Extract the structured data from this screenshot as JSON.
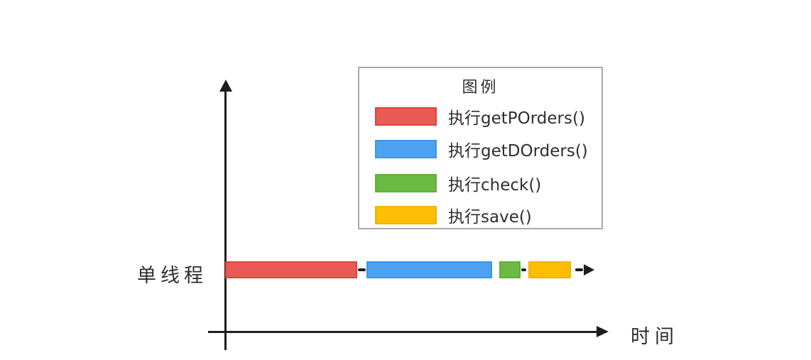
{
  "axes": {
    "axis_color": "#1d1d1d",
    "x_axis_label": "时间"
  },
  "legend": {
    "title": "图例",
    "border_color": "#a9a9a9",
    "items": [
      {
        "label": "执行getPOrders()",
        "color": "#ea5a55",
        "border": "#e2423b"
      },
      {
        "label": "执行getDOrders()",
        "color": "#4da2f0",
        "border": "#3d95e8"
      },
      {
        "label": "执行check()",
        "color": "#6cb944",
        "border": "#5fb13a"
      },
      {
        "label": "执行save()",
        "color": "#fcbe03",
        "border": "#f2b500"
      }
    ]
  },
  "timeline": {
    "thread_label": "单线程",
    "segments": [
      {
        "task": "执行getPOrders()",
        "color": "#ea5a55",
        "border": "#e2423b"
      },
      {
        "task": "执行getDOrders()",
        "color": "#4da2f0",
        "border": "#3d95e8"
      },
      {
        "task": "执行check()",
        "color": "#6cb944",
        "border": "#5fb13a"
      },
      {
        "task": "执行save()",
        "color": "#fcbe03",
        "border": "#f2b500"
      }
    ]
  }
}
